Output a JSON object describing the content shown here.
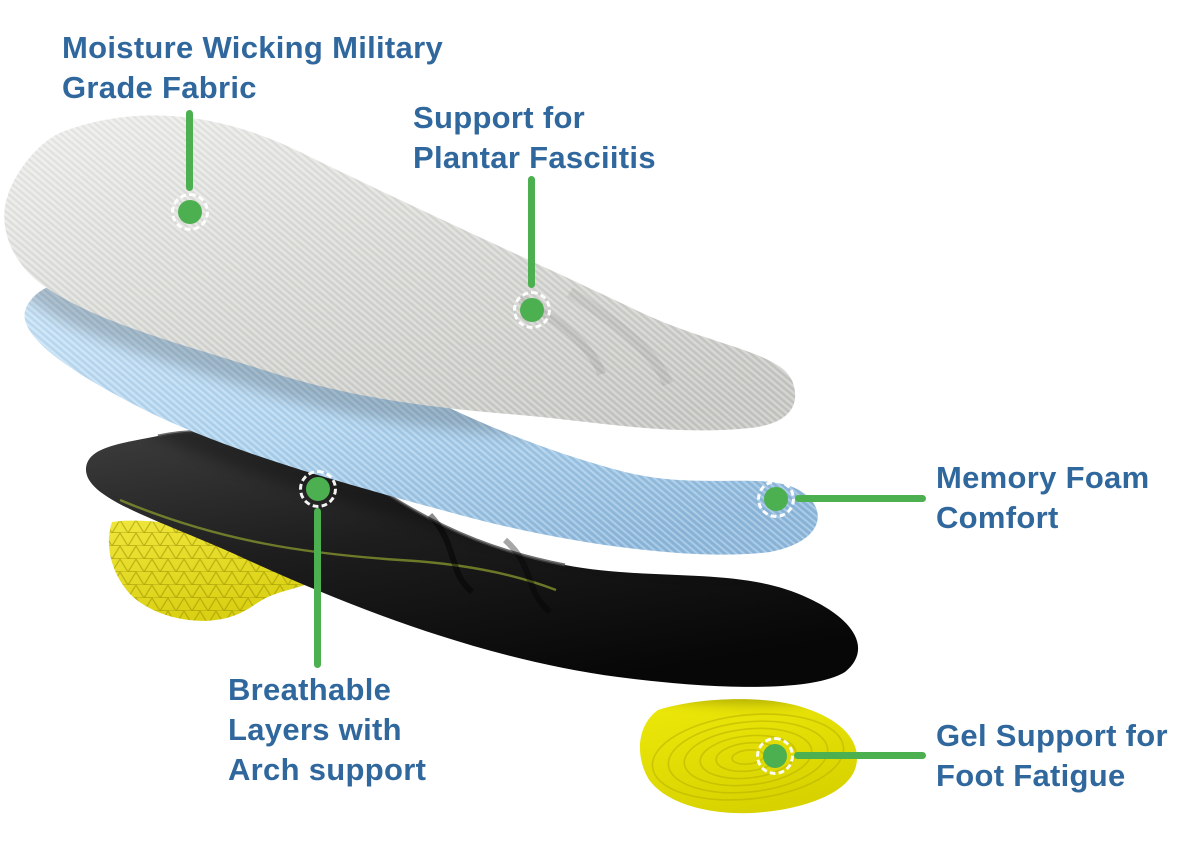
{
  "callouts": {
    "fabric": {
      "line1": "Moisture Wicking Military",
      "line2": "Grade Fabric"
    },
    "plantar": {
      "line1": "Support for",
      "line2": "Plantar Fasciitis"
    },
    "memory_foam": {
      "line1": "Memory Foam",
      "line2": "Comfort"
    },
    "breathable": {
      "line1": "Breathable",
      "line2": "Layers with",
      "line3": "Arch support"
    },
    "gel": {
      "line1": "Gel Support for",
      "line2": "Foot Fatigue"
    }
  },
  "colors": {
    "label_text": "#30689E",
    "callout_green": "#4CAF50",
    "fabric_gray": "#D7D8D4",
    "foam_blue": "#AFD4EF",
    "base_black": "#1C1C1C",
    "gel_yellow": "#E6E300"
  }
}
